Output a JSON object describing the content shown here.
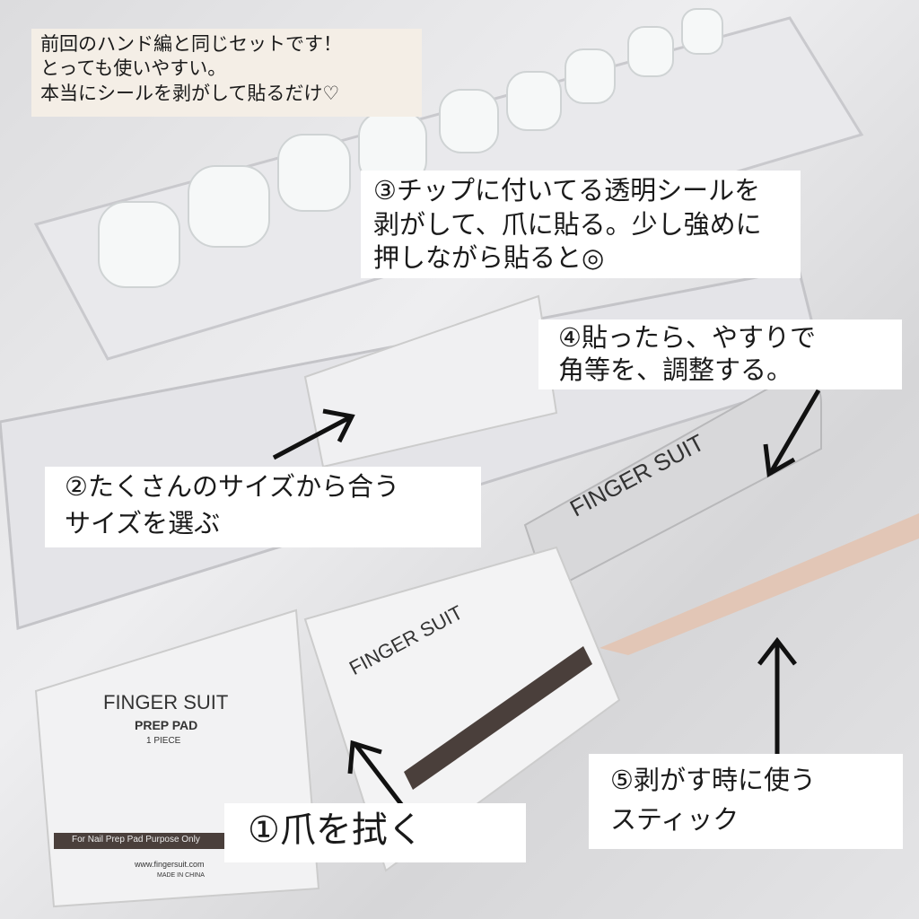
{
  "annotations": {
    "intro": [
      "前回のハンド編と同じセットです！",
      "とっても使いやすい。",
      "本当にシールを剥がして貼るだけ♡"
    ],
    "step3": [
      "③チップに付いてる透明シールを",
      "剥がして、爪に貼る。少し強めに",
      "押しながら貼ると◎"
    ],
    "step4": [
      "④貼ったら、やすりで",
      "角等を、調整する。"
    ],
    "step2": [
      "②たくさんのサイズから合う",
      "サイズを選ぶ"
    ],
    "step1": [
      "①爪を拭く"
    ],
    "step5": [
      "⑤剥がす時に使う",
      "スティック"
    ]
  },
  "product": {
    "file_brand": "FINGER SUIT",
    "pad_brand": "FINGER SUIT",
    "pad_name": "PREP PAD",
    "pad_qty": "1 PIECE",
    "pad_band": "For Nail Prep Pad Purpose Only",
    "pad_url": "www.fingersuit.com",
    "pad_origin": "MADE IN CHINA"
  },
  "colors": {
    "intro_bg": "#f4eee6",
    "label_bg": "#ffffff",
    "arrow": "#111111"
  }
}
